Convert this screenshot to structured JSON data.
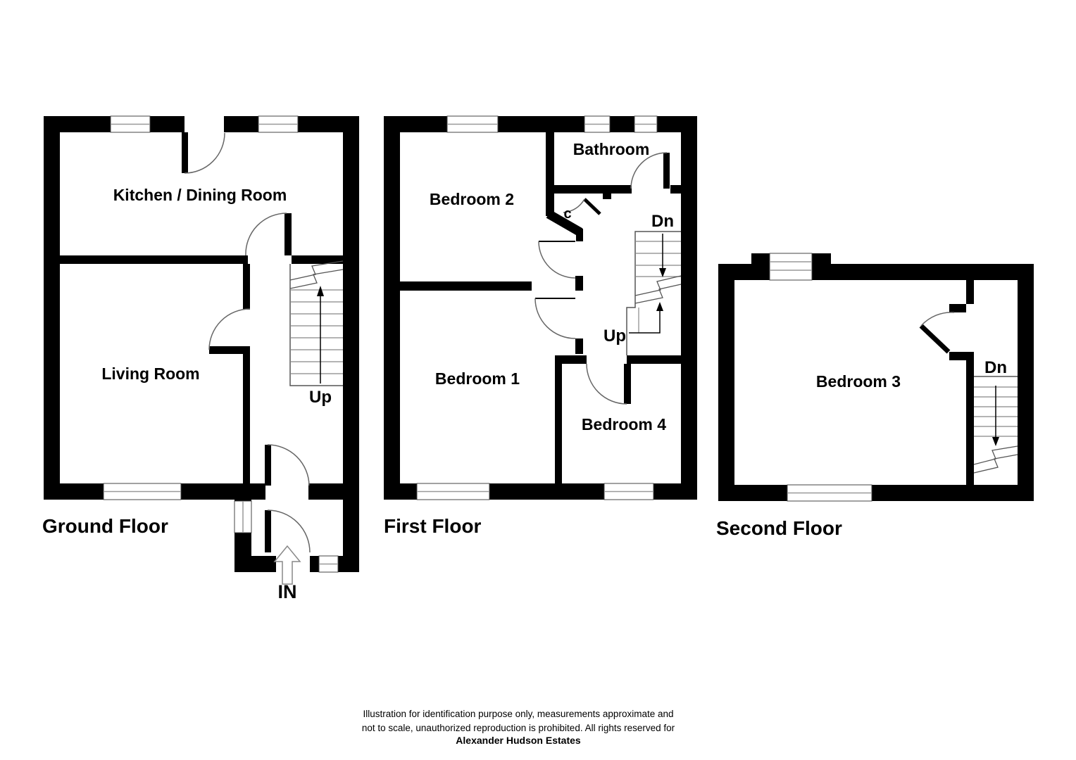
{
  "ground_floor": {
    "title": "Ground Floor",
    "rooms": {
      "kitchen": "Kitchen / Dining Room",
      "living": "Living Room"
    },
    "stairs_up": "Up",
    "entrance": "IN"
  },
  "first_floor": {
    "title": "First Floor",
    "rooms": {
      "bedroom2": "Bedroom 2",
      "bathroom": "Bathroom",
      "cupboard": "c",
      "bedroom1": "Bedroom 1",
      "bedroom4": "Bedroom 4"
    },
    "stairs_dn": "Dn",
    "stairs_up": "Up"
  },
  "second_floor": {
    "title": "Second Floor",
    "rooms": {
      "bedroom3": "Bedroom 3"
    },
    "stairs_dn": "Dn"
  },
  "footer": {
    "line1": "Illustration for identification purpose only, measurements approximate and",
    "line2": "not to scale, unauthorized reproduction is prohibited. All rights reserved for",
    "line3": "Alexander Hudson Estates"
  },
  "colors": {
    "wall": "#000000",
    "detail_line": "#666666",
    "window_line": "#999999",
    "background": "#ffffff"
  }
}
